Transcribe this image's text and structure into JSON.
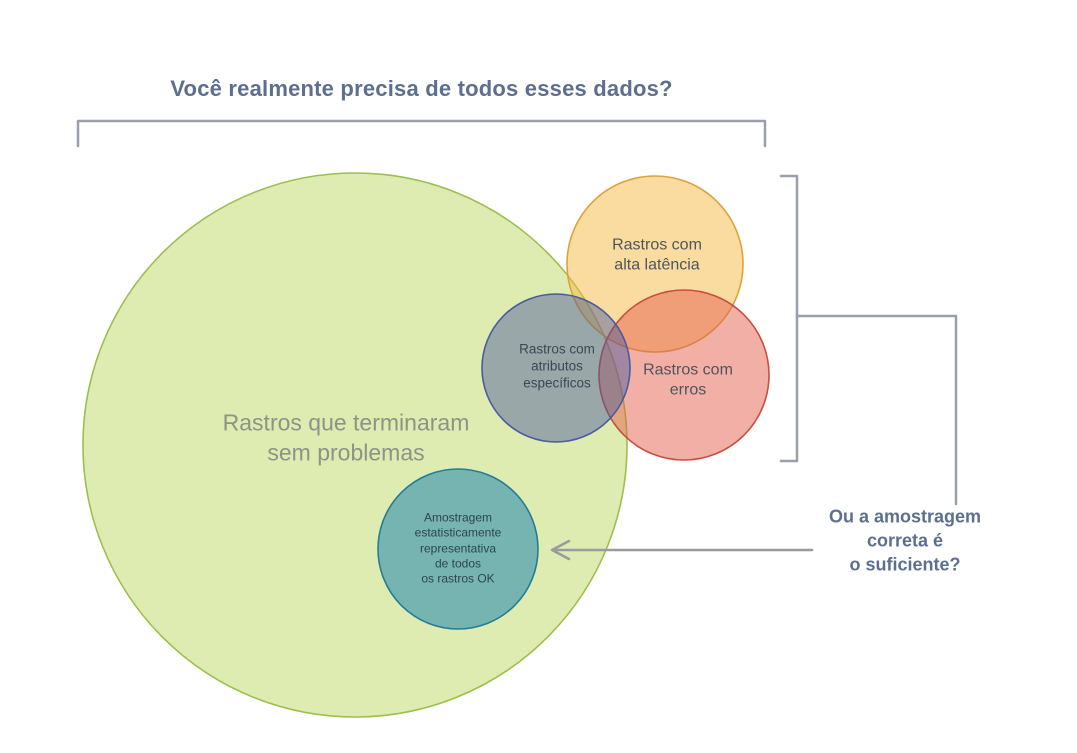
{
  "title": "Você realmente precisa de todos esses dados?",
  "right_note": "Ou a amostragem\ncorreta é\no suficiente?",
  "sets": {
    "ok_traces": "Rastros que terminaram\nsem problemas",
    "high_latency": "Rastros com\nalta latência",
    "errors": "Rastros com\nerros",
    "specific_attributes": "Rastros com\natributos\nespecíficos",
    "representative_sample": "Amostragem\nestatisticamente\nrepresentativa\nde todos\nos rastros OK"
  },
  "colors": {
    "title_text": "#5d6f8e",
    "bracket": "#9aa0ab",
    "arrow": "#9b9b9b",
    "green_fill": "#c3dc738c",
    "green_stroke": "#9dbf4e",
    "orange_fill": "#f5b94280",
    "orange_stroke": "#dfa13b",
    "red_fill": "#e4604e80",
    "red_stroke": "#c94f43",
    "blue_fill": "#44549b73",
    "blue_stroke": "#4a5aa0",
    "teal_fill": "#2f8fb099",
    "teal_stroke": "#247d95"
  }
}
